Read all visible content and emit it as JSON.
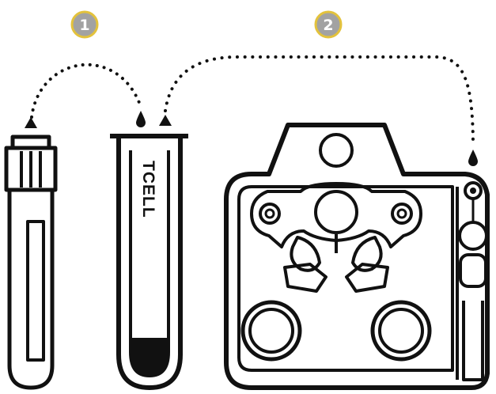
{
  "steps": [
    {
      "number": "1"
    },
    {
      "number": "2"
    }
  ],
  "tube_label": "TCELL",
  "colors": {
    "badge_fill": "#a2a2a2",
    "badge_ring": "#e3c23c",
    "line": "#111111"
  },
  "icons": {
    "sample_tube": "blood-collection-tube-icon",
    "test_tube": "test-tube-icon",
    "cartridge": "test-cartridge-icon",
    "drop": "drop-icon",
    "arrowhead": "triangle-up-icon"
  }
}
